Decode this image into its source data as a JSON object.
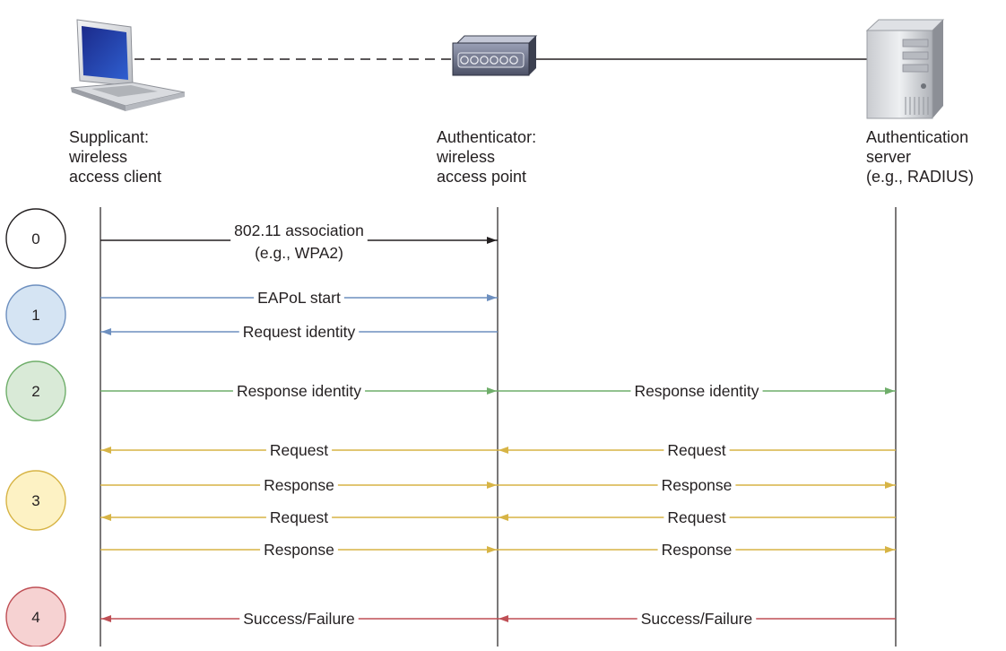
{
  "entities": {
    "supplicant": {
      "label": "Supplicant:\nwireless\naccess client"
    },
    "authenticator": {
      "label": "Authenticator:\nwireless\naccess point"
    },
    "server": {
      "label": "Authentication\nserver\n(e.g., RADIUS)"
    }
  },
  "colors": {
    "step0": {
      "fill": "#ffffff",
      "line": "#231f20"
    },
    "step1": {
      "fill": "#d5e4f3",
      "line": "#6d8fbf"
    },
    "step2": {
      "fill": "#d9ead7",
      "line": "#6fae6a"
    },
    "step3": {
      "fill": "#fdf2c4",
      "line": "#d7b445"
    },
    "step4": {
      "fill": "#f6d2d2",
      "line": "#bf4f55"
    }
  },
  "steps": [
    {
      "number": "0",
      "color": "step0",
      "messages": [
        {
          "text": "802.11 association",
          "text2": "(e.g., WPA2)",
          "from": "supplicant",
          "to": "authenticator"
        }
      ]
    },
    {
      "number": "1",
      "color": "step1",
      "messages": [
        {
          "text": "EAPoL start",
          "from": "supplicant",
          "to": "authenticator"
        },
        {
          "text": "Request identity",
          "from": "authenticator",
          "to": "supplicant"
        }
      ]
    },
    {
      "number": "2",
      "color": "step2",
      "messages": [
        {
          "text": "Response identity",
          "from": "supplicant",
          "to": "authenticator"
        },
        {
          "text": "Response identity",
          "from": "authenticator",
          "to": "server"
        }
      ]
    },
    {
      "number": "3",
      "color": "step3",
      "messages": [
        {
          "text": "Request",
          "from": "authenticator",
          "to": "supplicant"
        },
        {
          "text": "Request",
          "from": "server",
          "to": "authenticator"
        },
        {
          "text": "Response",
          "from": "supplicant",
          "to": "authenticator"
        },
        {
          "text": "Response",
          "from": "authenticator",
          "to": "server"
        },
        {
          "text": "Request",
          "from": "authenticator",
          "to": "supplicant"
        },
        {
          "text": "Request",
          "from": "server",
          "to": "authenticator"
        },
        {
          "text": "Response",
          "from": "supplicant",
          "to": "authenticator"
        },
        {
          "text": "Response",
          "from": "authenticator",
          "to": "server"
        }
      ]
    },
    {
      "number": "4",
      "color": "step4",
      "messages": [
        {
          "text": "Success/Failure",
          "from": "authenticator",
          "to": "supplicant"
        },
        {
          "text": "Success/Failure",
          "from": "server",
          "to": "authenticator"
        }
      ]
    }
  ]
}
